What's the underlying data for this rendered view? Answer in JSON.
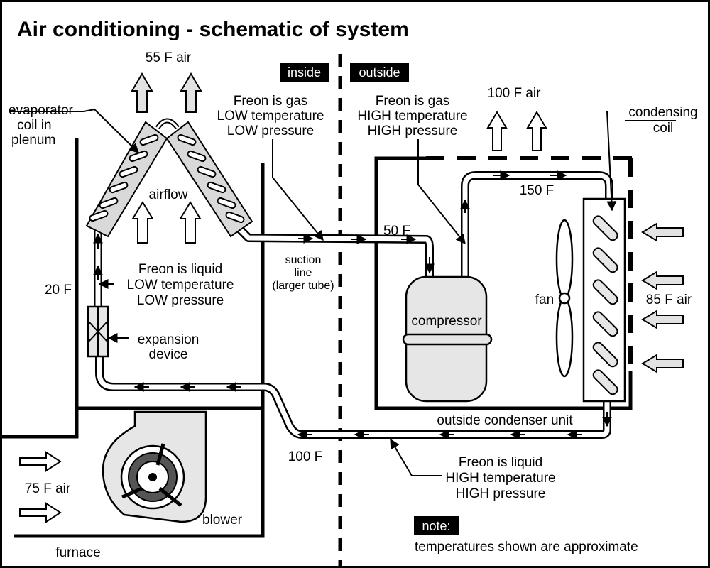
{
  "title": "Air conditioning - schematic of system",
  "region_labels": {
    "inside": "inside",
    "outside": "outside"
  },
  "evaporator": {
    "line1": "evaporator",
    "line2": "coil in",
    "line3": "plenum"
  },
  "condensing": {
    "line1": "condensing",
    "line2": "coil"
  },
  "air": {
    "top_left": "55 F air",
    "top_right": "100 F air",
    "right": "85 F air",
    "bottom_left": "75 F air"
  },
  "airflow": "airflow",
  "gas_low": {
    "line1": "Freon is gas",
    "line2": "LOW temperature",
    "line3": "LOW pressure"
  },
  "gas_high": {
    "line1": "Freon is gas",
    "line2": "HIGH temperature",
    "line3": "HIGH pressure"
  },
  "liquid_low": {
    "line1": "Freon is liquid",
    "line2": "LOW temperature",
    "line3": "LOW pressure"
  },
  "liquid_high": {
    "line1": "Freon is liquid",
    "line2": "HIGH temperature",
    "line3": "HIGH pressure"
  },
  "suction": {
    "line1": "suction",
    "line2": "line",
    "line3": "(larger tube)"
  },
  "temps": {
    "t50": "50 F",
    "t150": "150 F",
    "t20": "20 F",
    "t100": "100 F"
  },
  "compressor": "compressor",
  "fan": "fan",
  "expansion": {
    "line1": "expansion",
    "line2": "device"
  },
  "condenser_unit": "outside condenser unit",
  "blower": "blower",
  "furnace": "furnace",
  "note": {
    "label": "note:",
    "text": "temperatures shown are approximate"
  }
}
